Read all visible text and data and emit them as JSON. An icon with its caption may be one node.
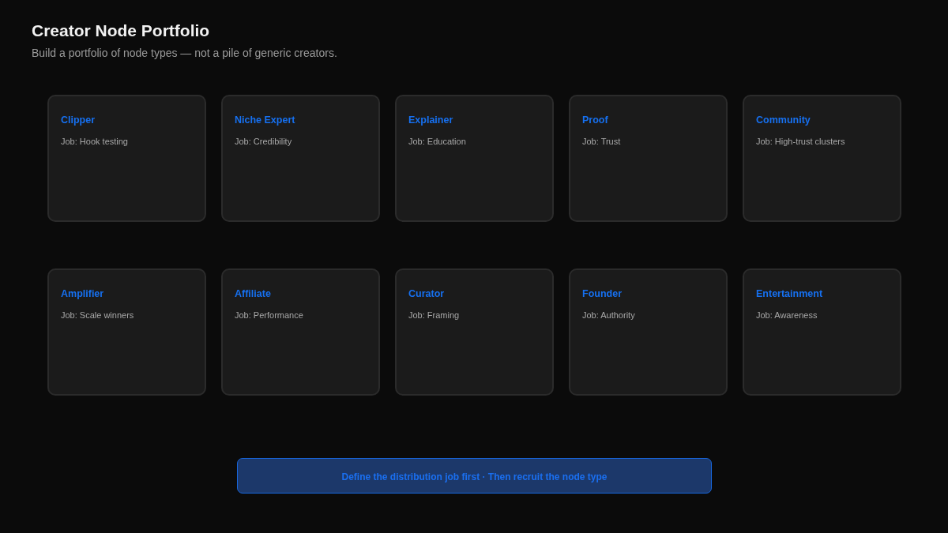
{
  "diagram": {
    "title": "Creator Node Portfolio",
    "nodes": [
      {
        "text": [
          "Clipper",
          "Job: Hook testing"
        ]
      },
      {
        "text": [
          "Niche Expert",
          "Job: Credibility"
        ]
      },
      {
        "text": [
          "Explainer",
          "Job: Education"
        ]
      },
      {
        "text": [
          "Proof",
          "Job: Trust"
        ]
      },
      {
        "text": [
          "Community",
          "Job: High-trust clusters"
        ]
      },
      {
        "text": [
          "Amplifier",
          "Job: Scale winners"
        ]
      },
      {
        "text": [
          "Affiliate",
          "Job: Performance"
        ]
      },
      {
        "text": [
          "Curator",
          "Job: Framing"
        ]
      },
      {
        "text": [
          "Founder",
          "Job: Authority"
        ]
      },
      {
        "text": [
          "Entertainment",
          "Job: Awareness"
        ]
      },
      {
        "text": [
          "Define the distribution job first · Then recruit the node type"
        ]
      }
    ],
    "edges": [],
    "labels": [
      "Build a portfolio of node types — not a pile of generic creators."
    ]
  }
}
